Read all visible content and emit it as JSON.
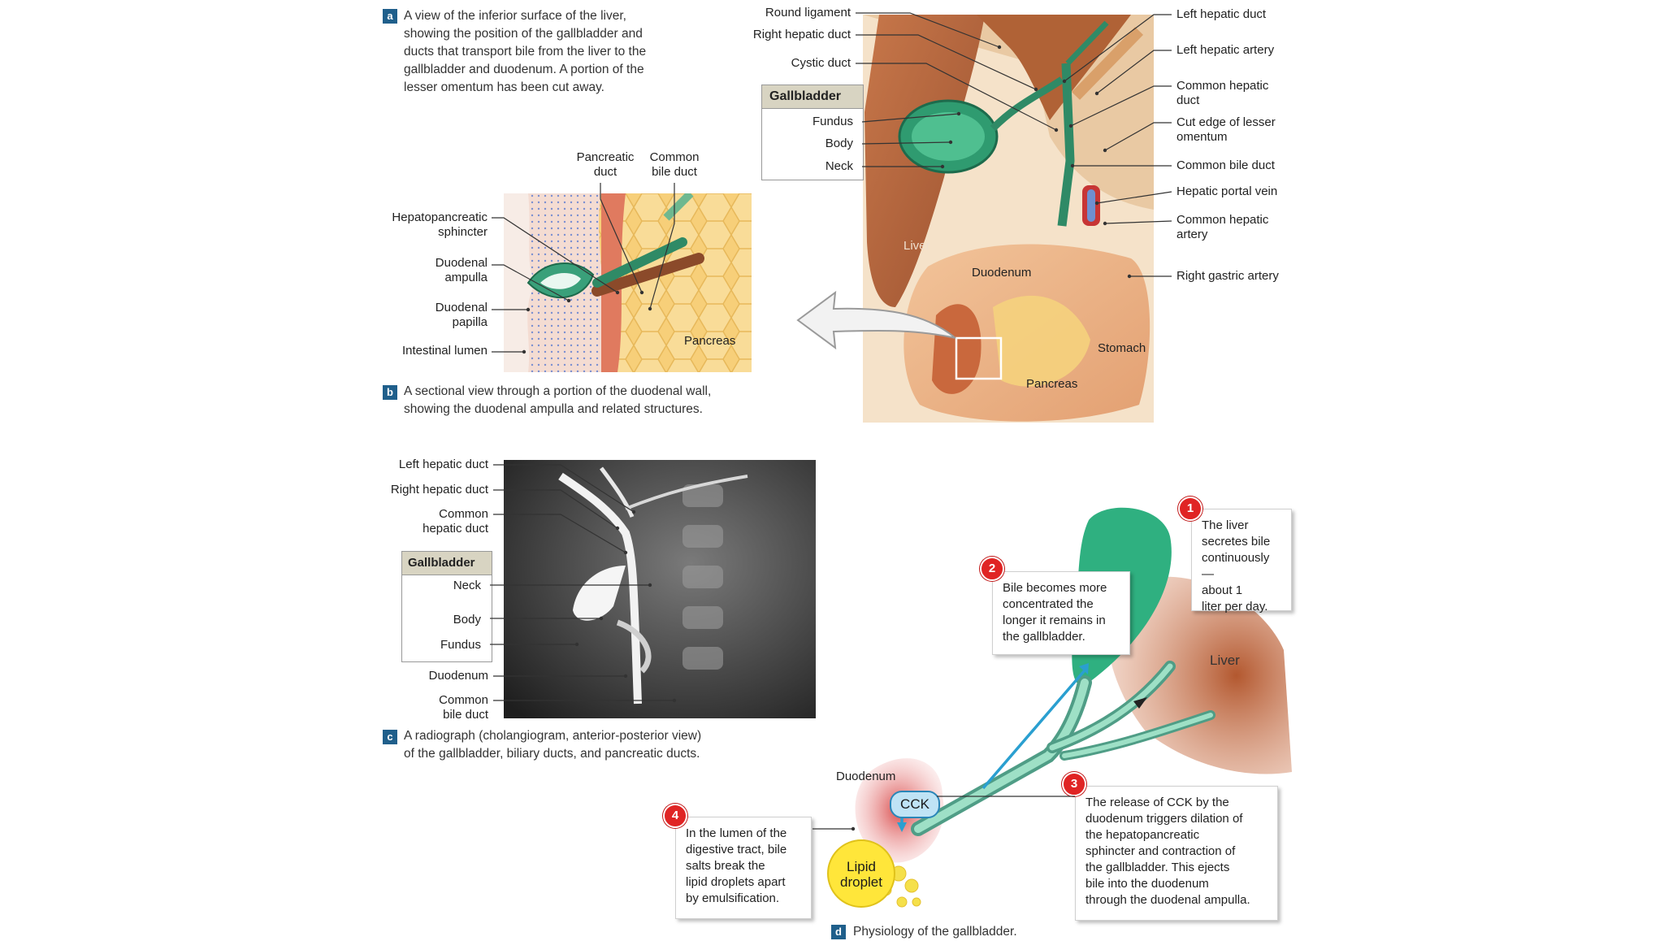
{
  "panel_a": {
    "badge": "a",
    "caption": [
      "A view of the inferior surface of the liver,",
      "showing the position of the gallbladder and",
      "ducts that transport bile from the liver to the",
      "gallbladder and duodenum. A portion of the",
      "lesser omentum has been cut away."
    ],
    "labels_left": {
      "round_ligament": "Round ligament",
      "right_hepatic_duct": "Right hepatic duct",
      "cystic_duct": "Cystic duct"
    },
    "gallbladder_box": {
      "title": "Gallbladder",
      "items": [
        "Fundus",
        "Body",
        "Neck"
      ]
    },
    "labels_right": {
      "left_hepatic_duct": "Left hepatic duct",
      "left_hepatic_artery": "Left hepatic artery",
      "common_hepatic_duct": [
        "Common hepatic",
        "duct"
      ],
      "cut_edge": [
        "Cut edge of lesser",
        "omentum"
      ],
      "common_bile_duct": "Common bile duct",
      "hepatic_portal_vein": "Hepatic portal vein",
      "common_hepatic_artery": [
        "Common hepatic",
        "artery"
      ],
      "right_gastric_artery": "Right gastric artery"
    },
    "inside": {
      "liver": "Liver",
      "duodenum": "Duodenum",
      "stomach": "Stomach",
      "pancreas": "Pancreas"
    }
  },
  "panel_b": {
    "badge": "b",
    "caption": [
      "A sectional view through a portion of the duodenal wall,",
      "showing the duodenal ampulla and related structures."
    ],
    "labels_top": {
      "pancreatic_duct": [
        "Pancreatic",
        "duct"
      ],
      "common_bile_duct": [
        "Common",
        "bile duct"
      ]
    },
    "labels_left": {
      "hepatopancreatic_sphincter": [
        "Hepatopancreatic",
        "sphincter"
      ],
      "duodenal_ampulla": [
        "Duodenal",
        "ampulla"
      ],
      "duodenal_papilla": [
        "Duodenal",
        "papilla"
      ],
      "intestinal_lumen": "Intestinal lumen"
    },
    "inside": {
      "pancreas": "Pancreas"
    }
  },
  "panel_c": {
    "badge": "c",
    "caption": [
      "A radiograph (cholangiogram, anterior-posterior view)",
      "of the gallbladder, biliary ducts, and pancreatic ducts."
    ],
    "labels": {
      "left_hepatic_duct": "Left hepatic duct",
      "right_hepatic_duct": "Right hepatic duct",
      "common_hepatic_duct": [
        "Common",
        "hepatic duct"
      ],
      "duodenum": "Duodenum",
      "common_bile_duct": [
        "Common",
        "bile duct"
      ]
    },
    "gallbladder_box": {
      "title": "Gallbladder",
      "items": [
        "Neck",
        "Body",
        "Fundus"
      ]
    }
  },
  "panel_d": {
    "badge": "d",
    "caption": "Physiology of the gallbladder.",
    "labels": {
      "duodenum": "Duodenum",
      "liver": "Liver",
      "cck": "CCK",
      "lipid_droplet": [
        "Lipid",
        "droplet"
      ]
    },
    "steps": [
      {
        "number": "1",
        "text": [
          "The liver",
          "secretes bile",
          "continuously—",
          "about 1",
          "liter per day."
        ]
      },
      {
        "number": "2",
        "text": [
          "Bile becomes more",
          "concentrated the",
          "longer it remains in",
          "the gallbladder."
        ]
      },
      {
        "number": "3",
        "text": [
          "The release of CCK by the",
          "duodenum triggers dilation of",
          "the hepatopancreatic",
          "sphincter and contraction of",
          "the gallbladder. This ejects",
          "bile into the duodenum",
          "through the duodenal ampulla."
        ]
      },
      {
        "number": "4",
        "text": [
          "In the lumen of the",
          "digestive tract, bile",
          "salts break the",
          "lipid droplets apart",
          "by emulsification."
        ]
      }
    ]
  },
  "colors": {
    "badge": "#1f5f8b",
    "liver": "#b0613a",
    "gallbladder": "#3aaa7e",
    "step_number": "#e02424",
    "cck": "#bfe3f5"
  }
}
